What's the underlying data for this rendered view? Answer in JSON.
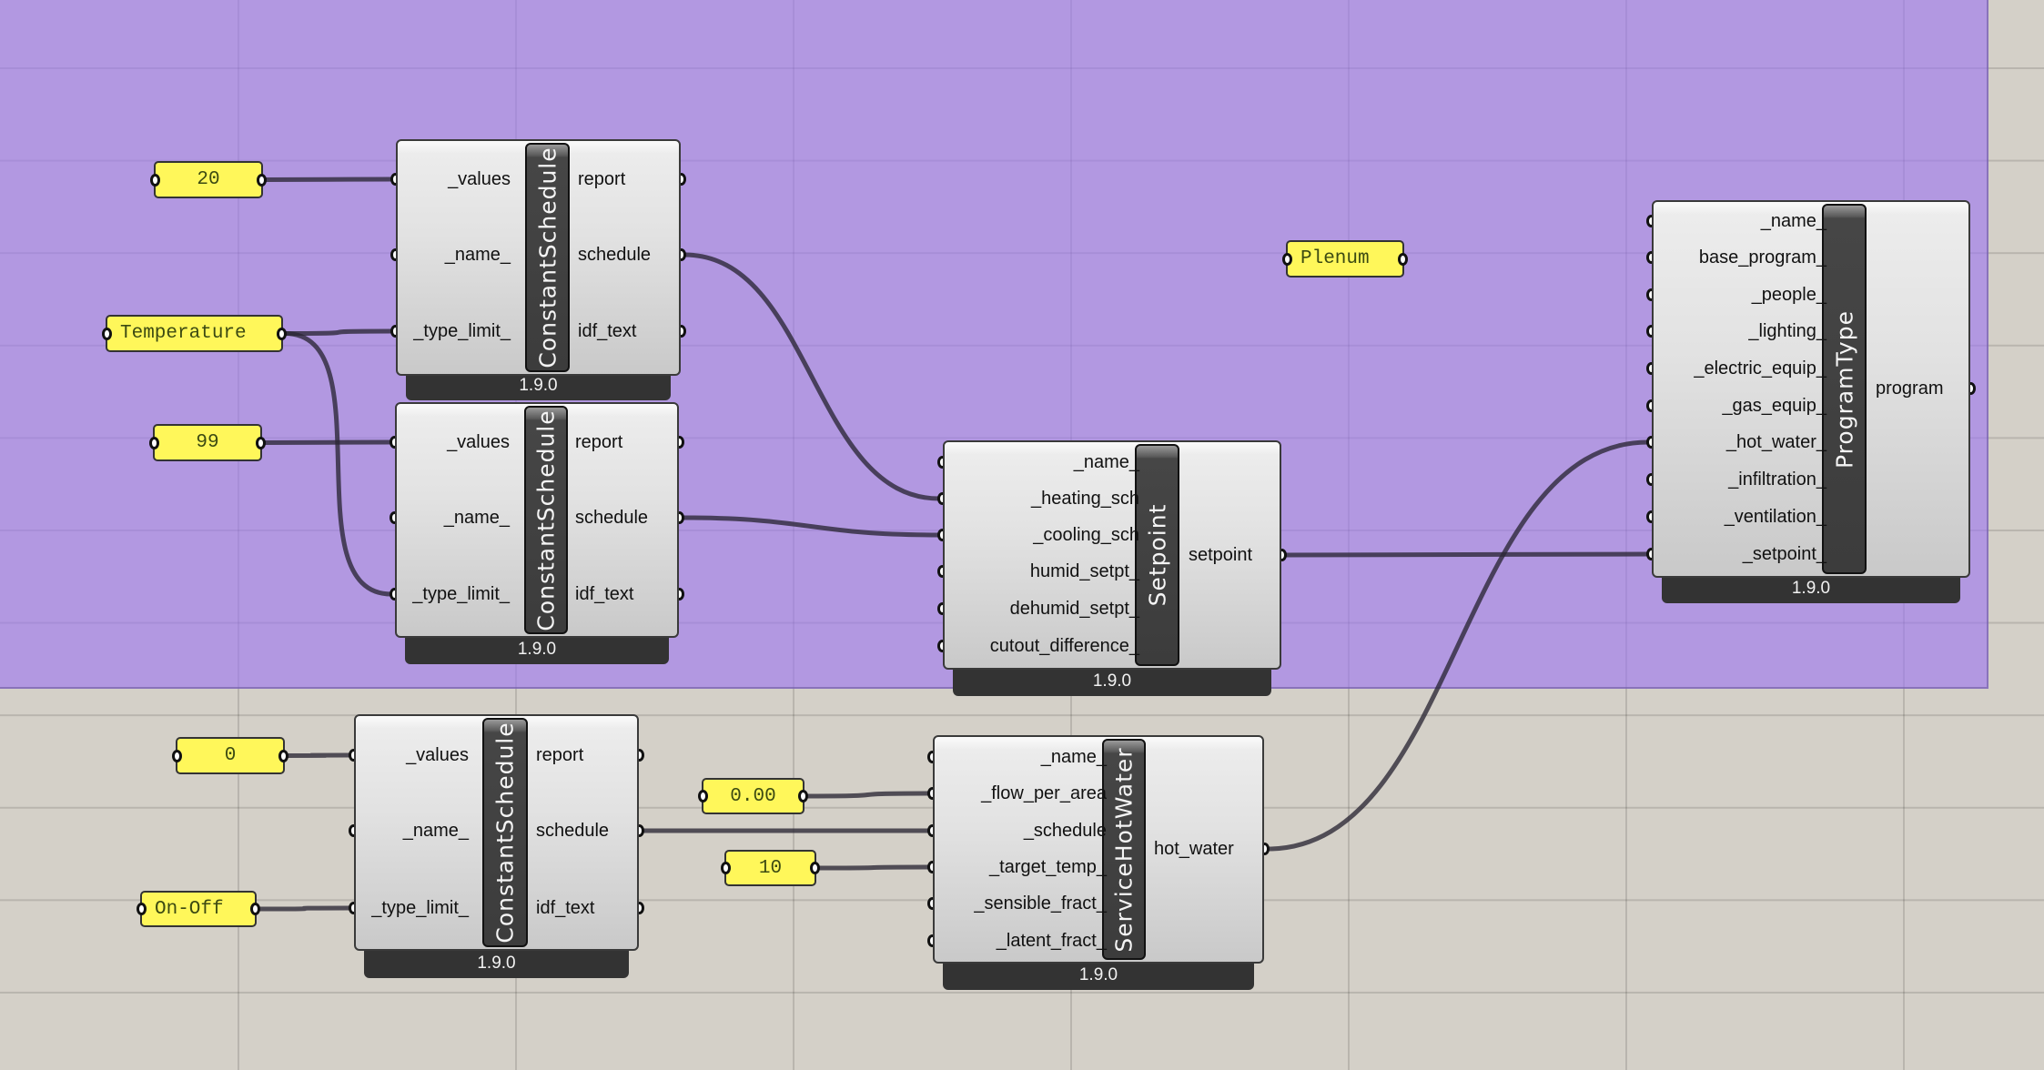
{
  "canvas": {
    "group_color": "#b8a2e6",
    "background_color": "#d4d0c8"
  },
  "panels": {
    "values_20": "20",
    "type_temperature": "Temperature",
    "values_99": "99",
    "plenum": "Plenum",
    "values_0": "0",
    "type_onoff": "On-Off",
    "flow_0_00": "0.00",
    "target_10": "10"
  },
  "components": {
    "cs1": {
      "title": "ConstantSchedule",
      "inputs": [
        "_values",
        "_name_",
        "_type_limit_"
      ],
      "outputs": [
        "report",
        "schedule",
        "idf_text"
      ],
      "version": "1.9.0"
    },
    "cs2": {
      "title": "ConstantSchedule",
      "inputs": [
        "_values",
        "_name_",
        "_type_limit_"
      ],
      "outputs": [
        "report",
        "schedule",
        "idf_text"
      ],
      "version": "1.9.0"
    },
    "cs3": {
      "title": "ConstantSchedule",
      "inputs": [
        "_values",
        "_name_",
        "_type_limit_"
      ],
      "outputs": [
        "report",
        "schedule",
        "idf_text"
      ],
      "version": "1.9.0"
    },
    "setpoint": {
      "title": "Setpoint",
      "inputs": [
        "_name_",
        "_heating_sch",
        "_cooling_sch",
        "humid_setpt_",
        "dehumid_setpt_",
        "cutout_difference_"
      ],
      "outputs": [
        "setpoint"
      ],
      "version": "1.9.0"
    },
    "shw": {
      "title": "ServiceHotWater",
      "inputs": [
        "_name_",
        "_flow_per_area",
        "_schedule",
        "_target_temp_",
        "_sensible_fract_",
        "_latent_fract_"
      ],
      "outputs": [
        "hot_water"
      ],
      "version": "1.9.0"
    },
    "program": {
      "title": "ProgramType",
      "inputs": [
        "_name_",
        "base_program_",
        "_people_",
        "_lighting_",
        "_electric_equip_",
        "_gas_equip_",
        "_hot_water_",
        "_infiltration_",
        "_ventilation_",
        "_setpoint_"
      ],
      "outputs": [
        "program"
      ],
      "version": "1.9.0"
    }
  },
  "connections": [
    {
      "from": "panel-values_20",
      "to": "cs1.in.0"
    },
    {
      "from": "panel-type_temperature",
      "to": "cs1.in.2"
    },
    {
      "from": "panel-type_temperature",
      "to": "cs2.in.2"
    },
    {
      "from": "panel-values_99",
      "to": "cs2.in.0"
    },
    {
      "from": "cs1.out.1",
      "to": "setpoint.in.1"
    },
    {
      "from": "cs2.out.1",
      "to": "setpoint.in.2"
    },
    {
      "from": "setpoint.out.0",
      "to": "program.in.9"
    },
    {
      "from": "shw.out.0",
      "to": "program.in.6"
    },
    {
      "from": "panel-values_0",
      "to": "cs3.in.0"
    },
    {
      "from": "panel-type_onoff",
      "to": "cs3.in.2"
    },
    {
      "from": "cs3.out.1",
      "to": "shw.in.2"
    },
    {
      "from": "panel-flow_0_00",
      "to": "shw.in.1"
    },
    {
      "from": "panel-target_10",
      "to": "shw.in.3"
    }
  ]
}
